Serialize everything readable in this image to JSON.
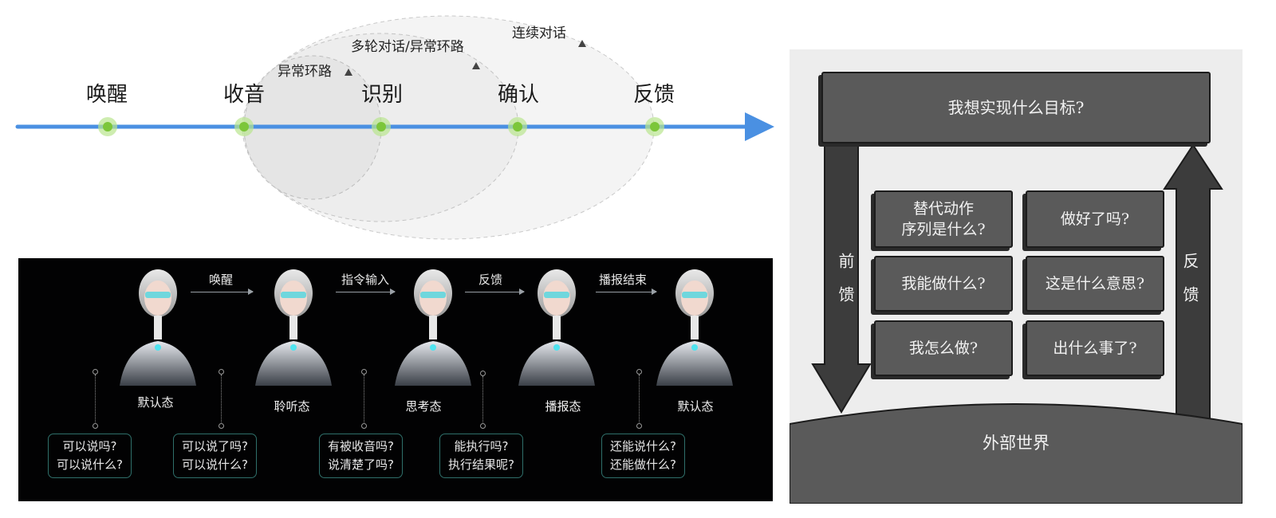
{
  "timeline": {
    "stages": [
      "唤醒",
      "收音",
      "识别",
      "确认",
      "反馈"
    ],
    "loops": [
      "异常环路",
      "多轮对话/异常环路",
      "连续对话"
    ],
    "line_color": "#4a90e2",
    "node_color": "#8fd14f"
  },
  "robot_panel": {
    "transitions": [
      "唤醒",
      "指令输入",
      "反馈",
      "播报结束"
    ],
    "states": [
      "默认态",
      "聆听态",
      "思考态",
      "播报态",
      "默认态"
    ],
    "questions": [
      [
        "可以说吗?",
        "可以说什么?"
      ],
      [
        "可以说了吗?",
        "可以说什么?"
      ],
      [
        "有被收音吗?",
        "说清楚了吗?"
      ],
      [
        "能执行吗?",
        "执行结果呢?"
      ],
      [
        "还能说什么?",
        "还能做什么?"
      ]
    ]
  },
  "goal_panel": {
    "top": "我想实现什么目标?",
    "left_label": "前馈",
    "right_label": "反馈",
    "grid": [
      "替代动作\n序列是什么?",
      "做好了吗?",
      "我能做什么?",
      "这是什么意思?",
      "我怎么做?",
      "出什么事了?"
    ],
    "bottom": "外部世界"
  }
}
